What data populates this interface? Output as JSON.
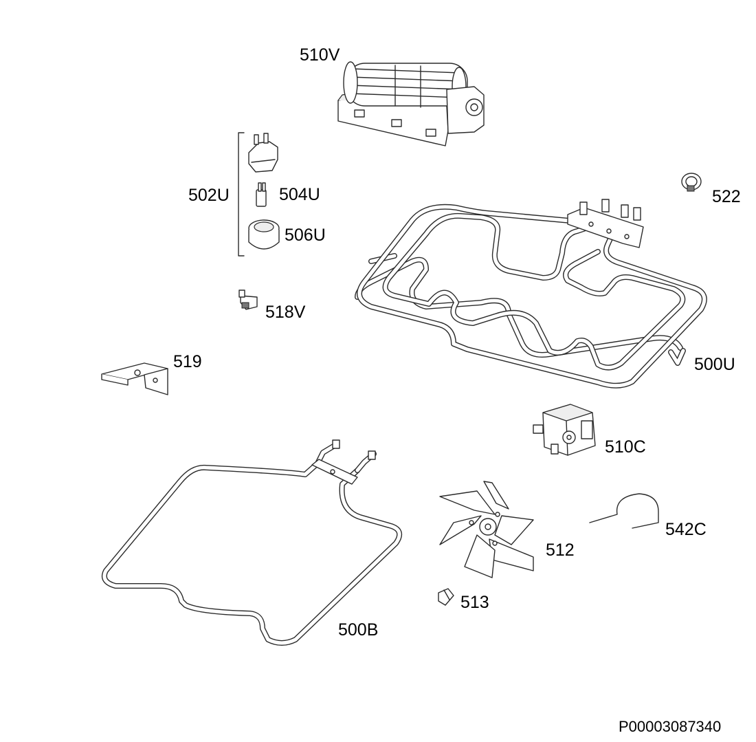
{
  "parts": {
    "p510V": "510V",
    "p502U": "502U",
    "p504U": "504U",
    "p506U": "506U",
    "p522": "522",
    "p518V": "518V",
    "p519": "519",
    "p500U": "500U",
    "p510C": "510C",
    "p542C": "542C",
    "p512": "512",
    "p513": "513",
    "p500B": "500B"
  },
  "diagram_ref": "P00003087340"
}
